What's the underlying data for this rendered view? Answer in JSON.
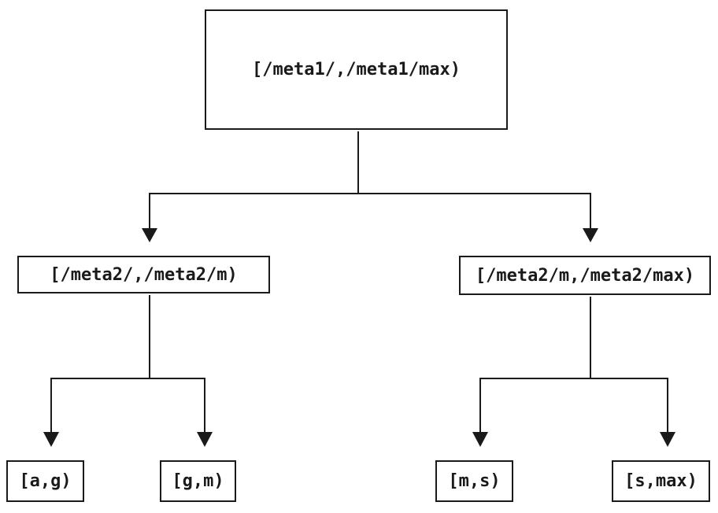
{
  "diagram": {
    "type": "tree",
    "colors": {
      "background": "#ffffff",
      "line": "#1a1a1a",
      "text": "#1a1a1a"
    },
    "nodes": {
      "root": {
        "label": "[/meta1/,/meta1/max)"
      },
      "mid_left": {
        "label": "[/meta2/,/meta2/m)"
      },
      "mid_right": {
        "label": "[/meta2/m,/meta2/max)"
      },
      "leaf_ag": {
        "label": "[a,g)"
      },
      "leaf_gm": {
        "label": "[g,m)"
      },
      "leaf_ms": {
        "label": "[m,s)"
      },
      "leaf_smax": {
        "label": "[s,max)"
      }
    },
    "edges": [
      {
        "from": "root",
        "to": "mid_left"
      },
      {
        "from": "root",
        "to": "mid_right"
      },
      {
        "from": "mid_left",
        "to": "leaf_ag"
      },
      {
        "from": "mid_left",
        "to": "leaf_gm"
      },
      {
        "from": "mid_right",
        "to": "leaf_ms"
      },
      {
        "from": "mid_right",
        "to": "leaf_smax"
      }
    ]
  }
}
